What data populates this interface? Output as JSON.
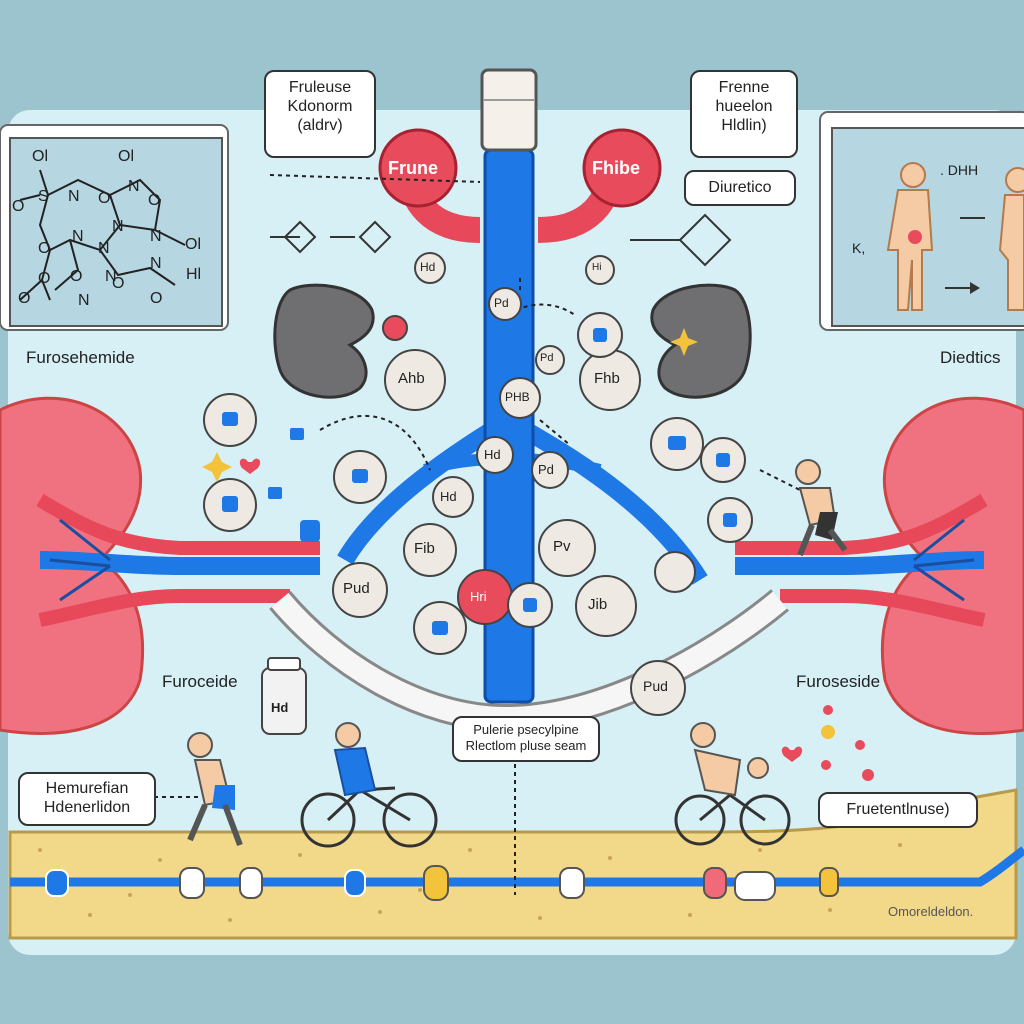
{
  "labels": {
    "top_left_box_line1": "Fruleuse",
    "top_left_box_line2": "Kdonorm",
    "top_left_box_line3": "(aldrv)",
    "top_right_box_line1": "Frenne",
    "top_right_box_line2": "hueelon",
    "top_right_box_line3": "Hldlin)",
    "diuretico_box": "Diuretico",
    "left_panel_caption": "Furosehemide",
    "right_panel_caption": "Diedtics",
    "right_panel_text": ". DHH",
    "right_panel_k": "K,",
    "left_mid_caption": "Furoceide",
    "right_mid_caption": "Furoseside",
    "bottom_left_box_line1": "Hemurefian",
    "bottom_left_box_line2": "Hdenerlidon",
    "center_box_line1": "Pulerie psecylpine",
    "center_box_line2": "Rlectlom pluse seam",
    "bottom_right_box": "Fruetentlnuse)",
    "bottom_right_caption": "Omoreldeldon.",
    "red_ball_left": "Frune",
    "red_ball_right": "Fhibe",
    "bottle_label": "Hd"
  },
  "chem_labels": [
    "Ol",
    "S",
    "O",
    "N",
    "O",
    "Ol",
    "N",
    "O",
    "N",
    "N",
    "N",
    "N",
    "O",
    "O",
    "O",
    "O",
    "N",
    "N",
    "O",
    "O",
    "N",
    "Ol",
    "Hl"
  ],
  "bubbles": [
    "Hd",
    "Pd",
    "Ahb",
    "Fhb",
    "PHB",
    "Hd",
    "Pd",
    "Hd",
    "Fib",
    "Pv",
    "Pud",
    "Hri",
    "Jib",
    "Pud",
    "Pd",
    "Hi"
  ],
  "colors": {
    "background": "#9cc4cf",
    "panel": "#d7f0f6",
    "blue_vessel": "#1e78e6",
    "kidney_pink": "#f07280",
    "red_ball": "#e84c5c",
    "sand": "#f2d98a"
  }
}
